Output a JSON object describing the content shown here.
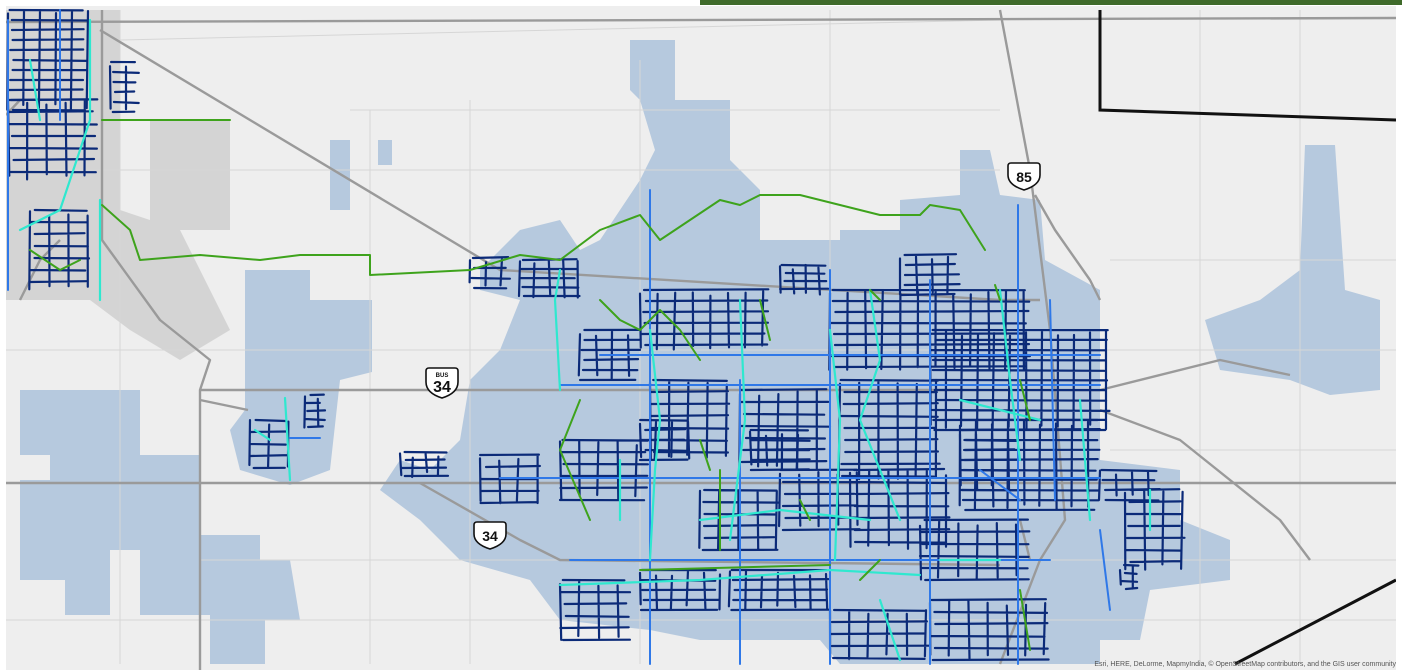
{
  "colors": {
    "base": "#eeeeee",
    "urban_gray": "#d4d4d4",
    "city_blue": "#b6c9de",
    "highway": "#9a9a9a",
    "minor_road": "#d6d6d6",
    "boundary": "#111111",
    "topbar": "#3f6a2a",
    "routes_navy": "#0b2a78",
    "routes_blue": "#2f78e8",
    "routes_cyan": "#2fe8cf",
    "routes_green": "#3ea31c"
  },
  "shields": {
    "us85": {
      "number": "85"
    },
    "bus34": {
      "number": "34",
      "label": "BUS"
    },
    "us34": {
      "number": "34"
    }
  },
  "attribution": "Esri, HERE, DeLorme, MapmyIndia, © OpenStreetMap contributors, and the GIS user community"
}
